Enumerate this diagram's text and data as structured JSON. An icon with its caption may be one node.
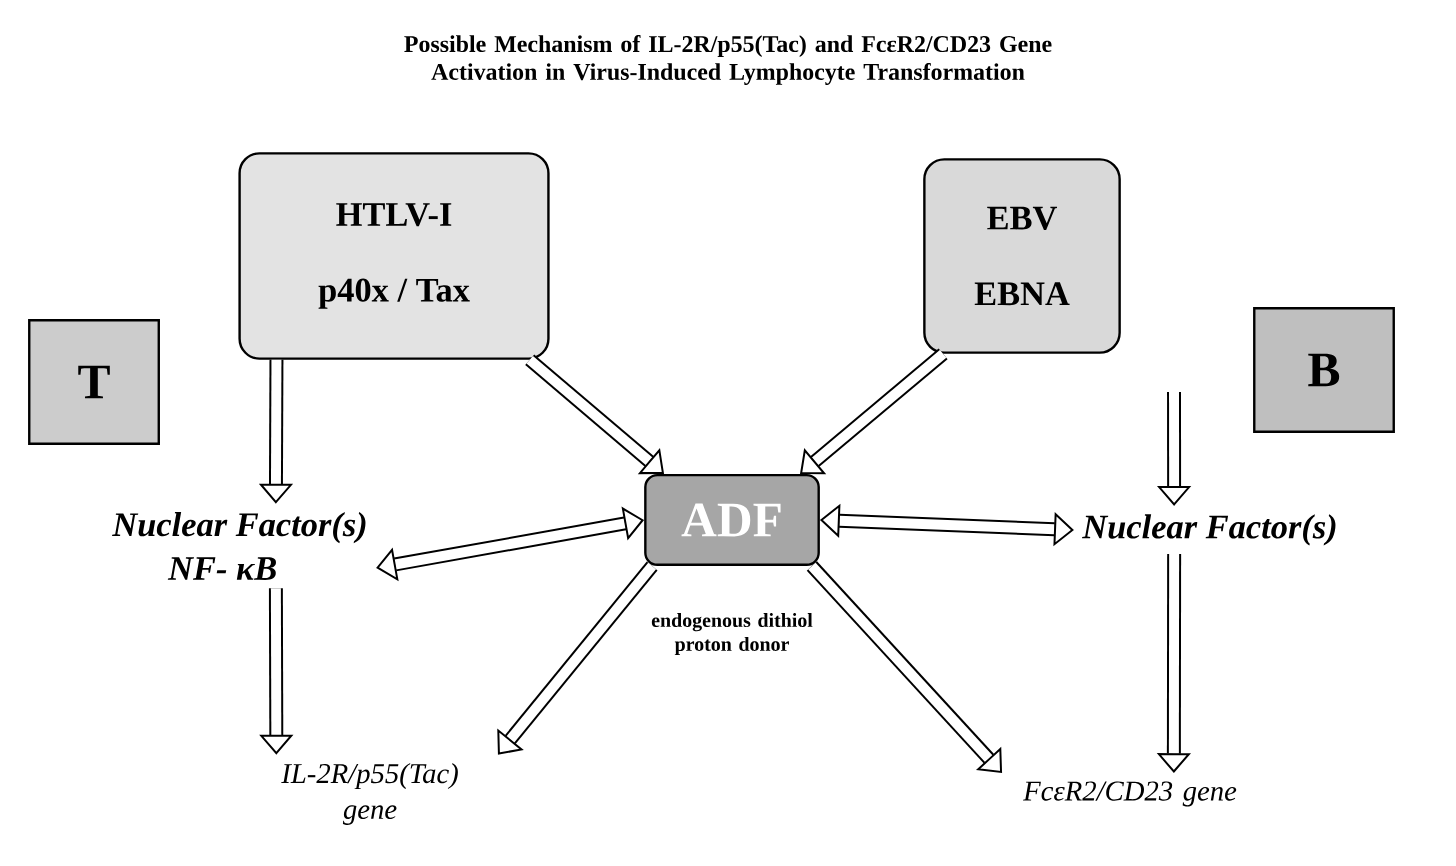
{
  "diagram": {
    "title": "Possible Mechanism of IL-2R/p55(Tac) and FcεR2/CD23 Gene Activation in Virus-Induced Lymphocyte Transformation",
    "nodes": [
      {
        "text": [
          "HTLV-I",
          "p40x / Tax"
        ]
      },
      {
        "text": [
          "T"
        ]
      },
      {
        "text": [
          "EBV",
          "EBNA"
        ]
      },
      {
        "text": [
          "B"
        ]
      },
      {
        "text": [
          "Nuclear Factor(s)",
          "NF- κB"
        ]
      },
      {
        "text": [
          "ADF"
        ],
        "beside": [
          "endogenous dithiol proton donor"
        ]
      },
      {
        "text": [
          "Nuclear Factor(s)"
        ]
      },
      {
        "text": [
          "IL-2R/p55(Tac) gene"
        ]
      },
      {
        "text": [
          "FcεR2/CD23 gene"
        ]
      }
    ],
    "edges": [
      {
        "from": 0,
        "to": 4,
        "arrow": "to"
      },
      {
        "from": 0,
        "to": 5,
        "arrow": "to"
      },
      {
        "from": 2,
        "to": 5,
        "arrow": "to"
      },
      {
        "from": null,
        "to": 6,
        "arrow": "to"
      },
      {
        "from": 4,
        "to": 5,
        "arrow": "both"
      },
      {
        "from": 5,
        "to": 6,
        "arrow": "both"
      },
      {
        "from": 4,
        "to": 7,
        "arrow": "to"
      },
      {
        "from": 6,
        "to": 8,
        "arrow": "to"
      },
      {
        "from": 5,
        "to": 7,
        "arrow": "to"
      },
      {
        "from": 5,
        "to": 8,
        "arrow": "to"
      }
    ]
  }
}
